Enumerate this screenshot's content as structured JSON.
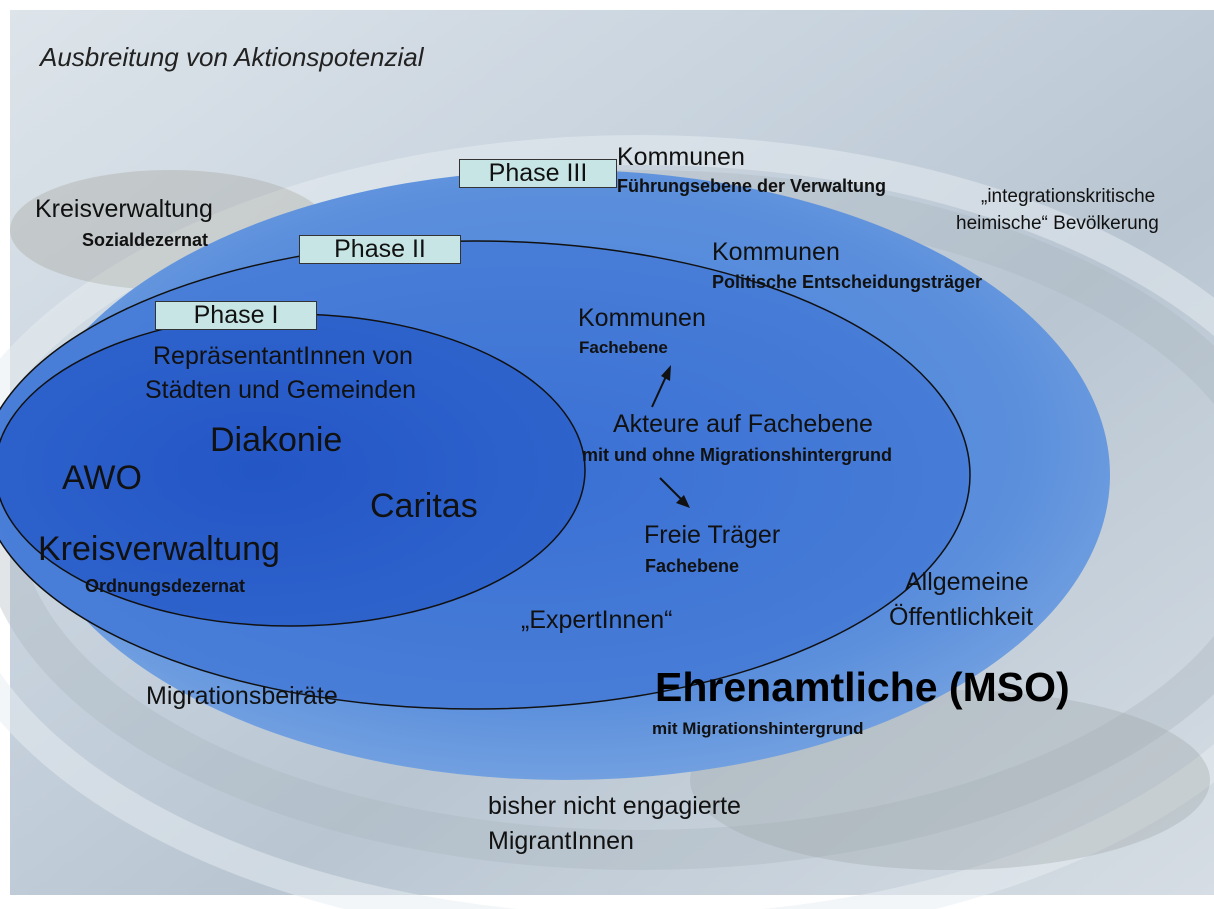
{
  "title": "Ausbreitung von Aktionspotenzial",
  "phases": {
    "phase1": "Phase I",
    "phase2": "Phase II",
    "phase3": "Phase III"
  },
  "phase3_group": {
    "heading": "Kommunen",
    "sub": "Führungsebene der Verwaltung"
  },
  "phase2_group": {
    "heading": "Kommunen",
    "sub": "Politische Entscheidungsträger"
  },
  "kreisverwaltung_sozial": {
    "heading": "Kreisverwaltung",
    "sub": "Sozialdezernat"
  },
  "integrationskritisch": {
    "line1": "„integrationskritische",
    "line2": "heimische“ Bevölkerung"
  },
  "kommunen_fach": {
    "heading": "Kommunen",
    "sub": "Fachebene"
  },
  "repraesentanten": {
    "line1": "RepräsentantInnen von",
    "line2": "Städten und Gemeinden"
  },
  "diakonie": "Diakonie",
  "awo": "AWO",
  "caritas": "Caritas",
  "kreisverwaltung_ordnung": {
    "heading": "Kreisverwaltung",
    "sub": "Ordnungsdezernat"
  },
  "akteure": {
    "heading": "Akteure auf Fachebene",
    "sub": "mit und ohne Migrationshintergrund"
  },
  "freie_traeger": {
    "heading": "Freie Träger",
    "sub": "Fachebene"
  },
  "allgemeine": {
    "line1": "Allgemeine",
    "line2": "Öffentlichkeit"
  },
  "expertinnen": "„ExpertInnen“",
  "migrationsbeiraete": "Migrationsbeiräte",
  "ehrenamtliche": {
    "heading": "Ehrenamtliche (MSO)",
    "sub": "mit Migrationshintergrund"
  },
  "bisher": {
    "line1": "bisher nicht engagierte",
    "line2": "MigrantInnen"
  },
  "colors": {
    "outer_ellipse": "#5b8fdc",
    "middle_ellipse": "#3f76d4",
    "inner_ellipse": "#2b5fcc",
    "phase_box": "#c7e5e5"
  }
}
